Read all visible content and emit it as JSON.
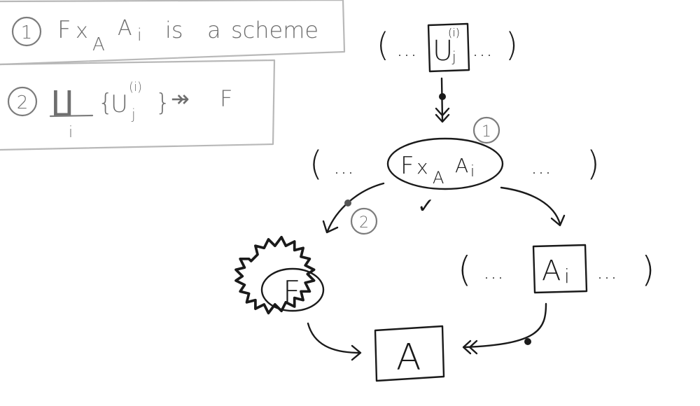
{
  "notes": {
    "item1": {
      "number": "1",
      "parts": [
        "F",
        "x",
        "A",
        "A",
        "i",
        "is",
        "a",
        "scheme"
      ]
    },
    "item2": {
      "number": "2",
      "parts": [
        "∐",
        "i",
        "{",
        "U",
        "(i)",
        "j",
        "}",
        "↠",
        "F"
      ]
    }
  },
  "diagram": {
    "top_group": {
      "left": "(",
      "dots_left": "…",
      "node": "U",
      "sup": "(i)",
      "sub": "j",
      "dots_right": "…",
      "right": ")"
    },
    "middle_group": {
      "left": "(",
      "dots_left": "…",
      "node_main": "F",
      "times": "x",
      "sub": "A",
      "node_tail": "A",
      "tail_sub": "i",
      "dots_right": "…",
      "right": ")",
      "marker": "1"
    },
    "right_group": {
      "left": "(",
      "dots_left": "…",
      "node_main": "A",
      "node_sub": "i",
      "dots_right": "…",
      "right": ")"
    },
    "f_node": "F",
    "a_node": "A",
    "arrow_marker": "2",
    "check": "✓"
  },
  "colors": {
    "ink": "#1a1a1a",
    "note_text": "#6e6e6e",
    "note_box": "#b8b8b8",
    "marker": "#7c7c7c"
  }
}
